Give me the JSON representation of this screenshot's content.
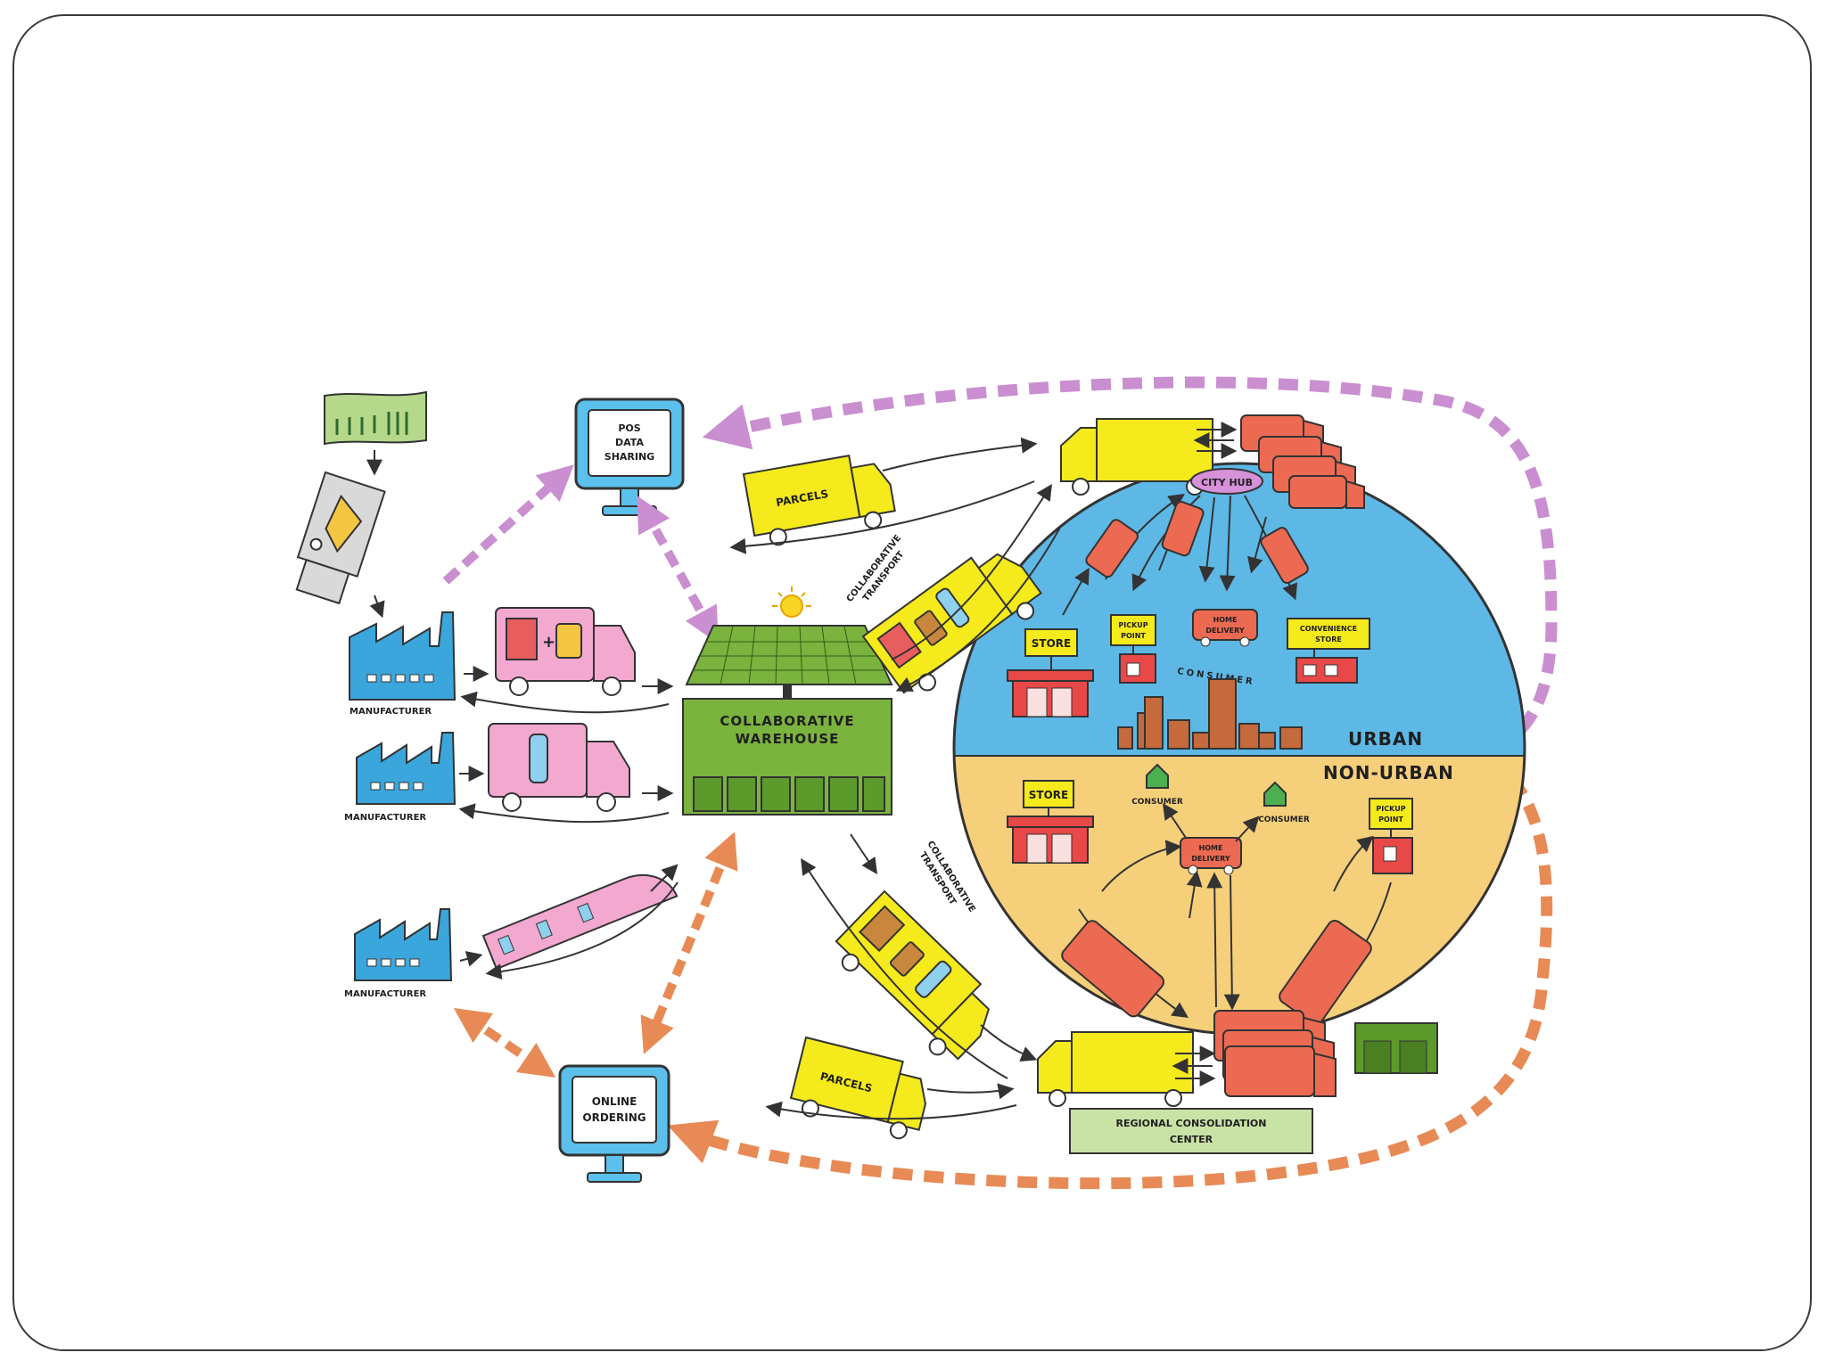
{
  "labels": {
    "pos_data_sharing": [
      "POS",
      "DATA",
      "SHARING"
    ],
    "online_ordering": [
      "ONLINE",
      "ORDERING"
    ],
    "manufacturer": "MANUFACTURER",
    "collaborative_warehouse": [
      "COLLABORATIVE",
      "WAREHOUSE"
    ],
    "parcels": "PARCELS",
    "collaborative_transport": [
      "COLLABORATIVE",
      "TRANSPORT"
    ],
    "city_hub": "CITY HUB",
    "store": "STORE",
    "pickup_point": [
      "PICKUP",
      "POINT"
    ],
    "home_delivery": [
      "HOME",
      "DELIVERY"
    ],
    "convenience_store": [
      "CONVENIENCE",
      "STORE"
    ],
    "consumer": "CONSUMER",
    "urban": "URBAN",
    "non_urban": "NON-URBAN",
    "regional_consolidation_center": [
      "REGIONAL CONSOLIDATION",
      "CENTER"
    ]
  },
  "colors": {
    "dashed_purple": "#c98fd0",
    "dashed_orange": "#e88a55",
    "urban_sky": "#5db8e6",
    "non_urban": "#f6cf7a",
    "warehouse_green": "#7ab33e",
    "truck_yellow": "#f4ea1c",
    "truck_red": "#ec6a52",
    "truck_pink": "#f3a8d0",
    "factory_blue": "#3aa6dc",
    "monitor_blue": "#5cc0ec",
    "field_green": "#b5d88a"
  }
}
